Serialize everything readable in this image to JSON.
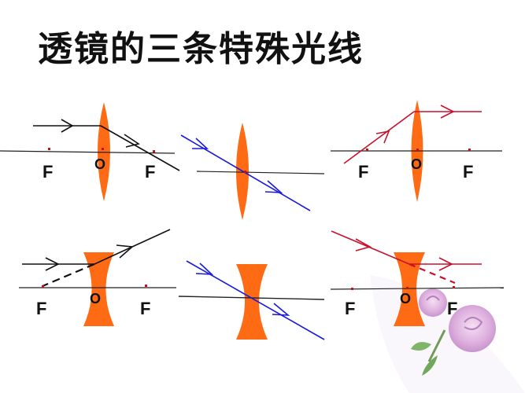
{
  "title": "透镜的三条特殊光线",
  "labels": {
    "focus": "F",
    "center": "O"
  },
  "colors": {
    "lens": "#ff6a14",
    "axis": "#222222",
    "ray_black": "#111111",
    "ray_blue": "#1a1adb",
    "ray_red": "#c8102e",
    "focus_dot": "#cc1010",
    "rose": "#d9a3d9"
  },
  "panels": [
    {
      "lens": "convex",
      "ray": "parallel to axis, refracted through focus"
    },
    {
      "lens": "convex",
      "ray": "through optical center, undeviated"
    },
    {
      "lens": "convex",
      "ray": "through focus, refracted parallel"
    },
    {
      "lens": "concave",
      "ray": "parallel to axis, diverges as if from focus"
    },
    {
      "lens": "concave",
      "ray": "through optical center, undeviated"
    },
    {
      "lens": "concave",
      "ray": "aimed at far focus, refracted parallel"
    }
  ]
}
